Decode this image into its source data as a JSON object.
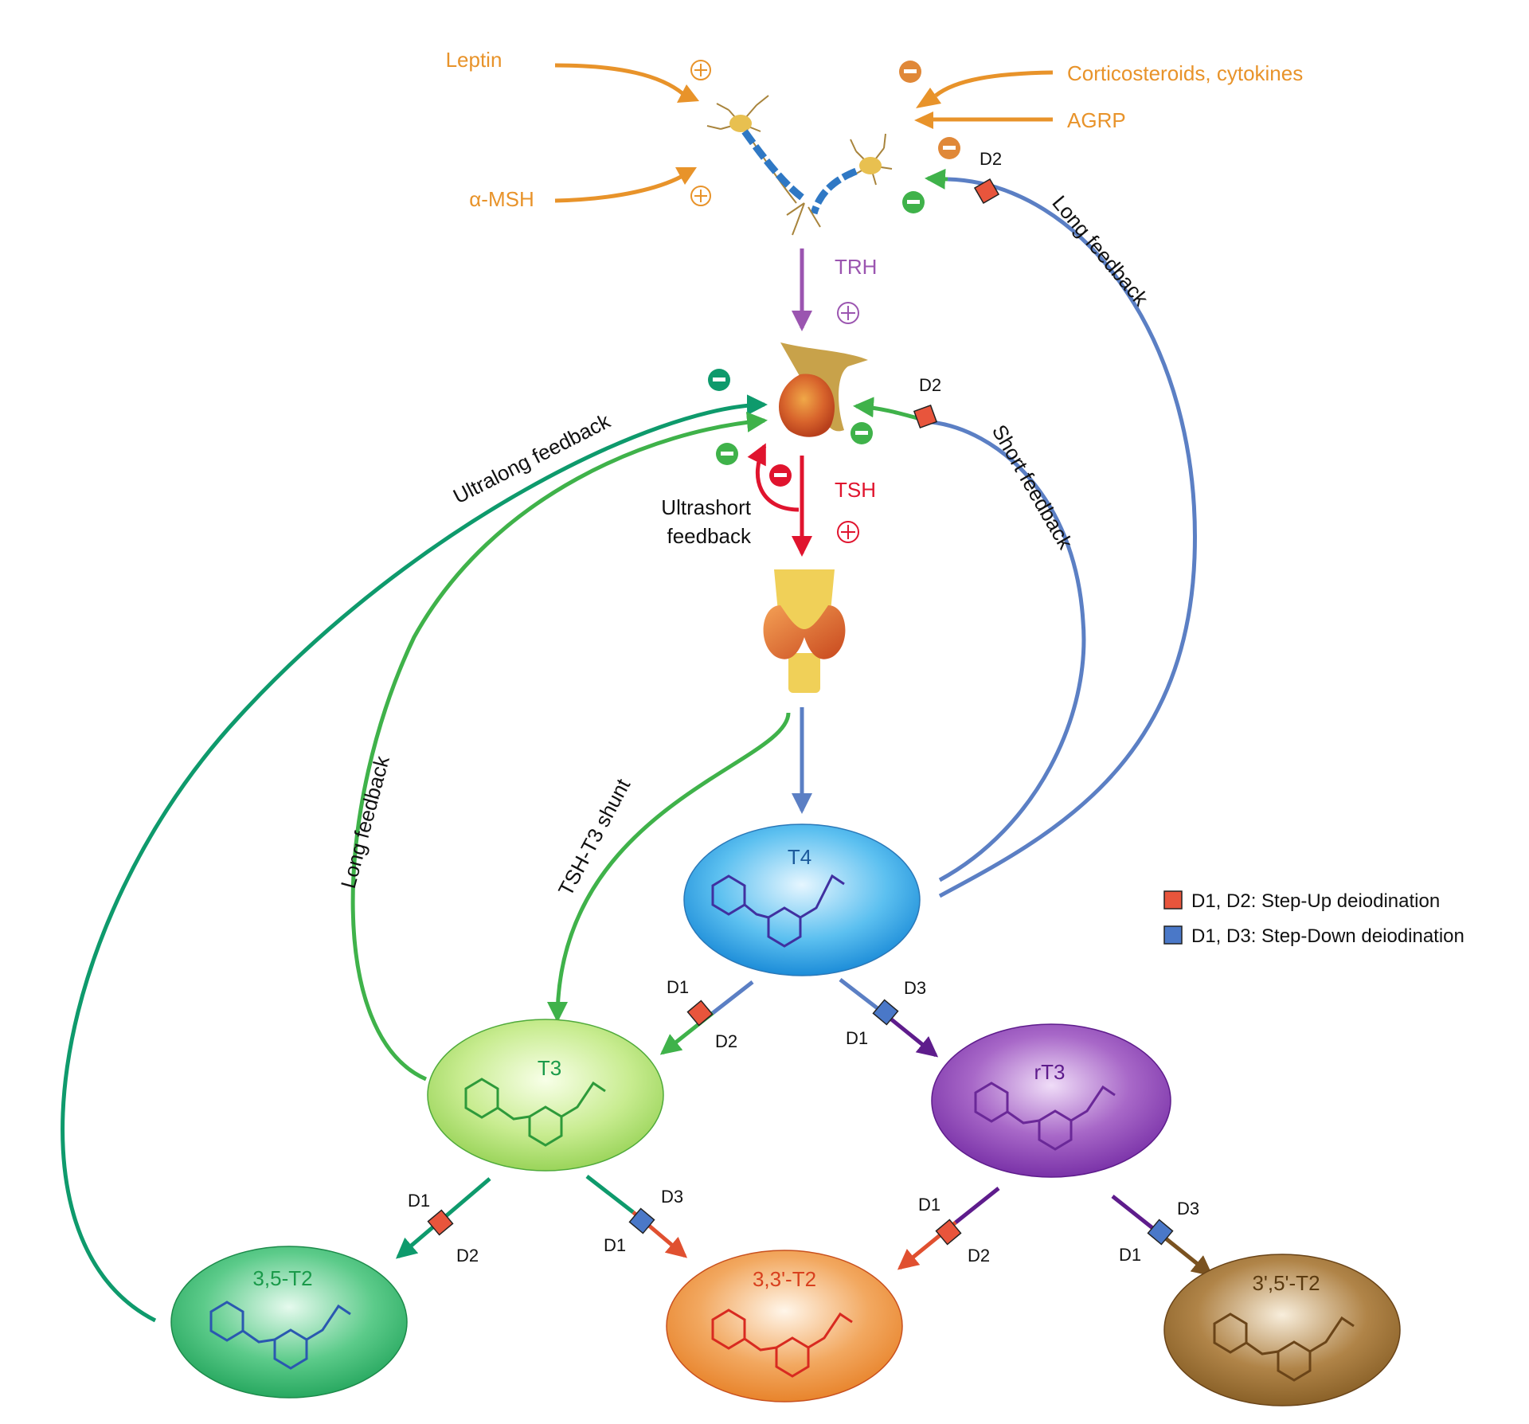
{
  "inputs": {
    "leptin": "Leptin",
    "msh": "α-MSH",
    "corticosteroids": "Corticosteroids, cytokines",
    "agrp": "AGRP"
  },
  "hormones": {
    "trh": "TRH",
    "tsh": "TSH"
  },
  "feedback": {
    "long_right": "Long feedback",
    "short": "Short feedback",
    "ultralong": "Ultralong feedback",
    "long_left": "Long feedback",
    "ultrashort_line1": "Ultrashort",
    "ultrashort_line2": "feedback",
    "shunt": "TSH-T3 shunt"
  },
  "nodes": {
    "t4": "T4",
    "t3": "T3",
    "rt3": "rT3",
    "t2_35": "3,5-T2",
    "t2_33": "3,3'-T2",
    "t2_3p5p": "3',5'-T2"
  },
  "enzymes": {
    "d1": "D1",
    "d2": "D2",
    "d3": "D3"
  },
  "legend": {
    "step_up": "D1, D2: Step-Up deiodination",
    "step_down": "D1, D3: Step-Down deiodination"
  },
  "colors": {
    "orange": "#E8932A",
    "purple": "#9B55B0",
    "red": "#E0142E",
    "blue": "#5B7FC4",
    "green": "#3FB24A",
    "teal": "#0E9A6C",
    "step_up_square": "#E8553C",
    "step_down_square": "#4A78C8",
    "dark_purple": "#5E1C8C",
    "brown": "#7A5220"
  }
}
